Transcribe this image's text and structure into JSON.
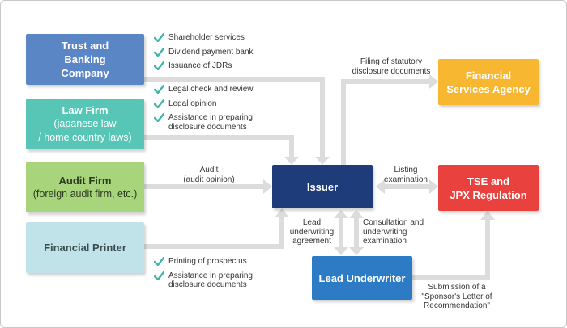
{
  "colors": {
    "trust": "#5b86c6",
    "law": "#58c6b6",
    "audit": "#a8d57c",
    "printer": "#bfe3e8",
    "issuer": "#1f3c7a",
    "fsa": "#f7b731",
    "tse": "#e8413e",
    "underwriter": "#2d7bc4",
    "arrow": "#dcdcdc",
    "check": "#3fb6a8"
  },
  "boxes": {
    "trust": {
      "title": "Trust and\nBanking\nCompany"
    },
    "law": {
      "title": "Law Firm",
      "sub": "(japanese law\n/ home country laws)"
    },
    "audit": {
      "title": "Audit Firm",
      "sub": "(foreign audit firm, etc.)"
    },
    "printer": {
      "title": "Financial Printer"
    },
    "issuer": {
      "title": "Issuer"
    },
    "fsa": {
      "title": "Financial\nServices Agency"
    },
    "tse": {
      "title": "TSE and\nJPX Regulation"
    },
    "underwriter": {
      "title": "Lead Underwriter"
    }
  },
  "checklists": {
    "trust": [
      "Shareholder services",
      "Dividend payment bank",
      "Issuance of JDRs"
    ],
    "law": [
      "Legal check and review",
      "Legal opinion",
      "Assistance in preparing\ndisclosure documents"
    ],
    "printer": [
      "Printing of prospectus",
      "Assistance in preparing\ndisclosure documents"
    ]
  },
  "labels": {
    "filing": "Filing of statutory\ndisclosure documents",
    "audit": "Audit\n(audit opinion)",
    "listing": "Listing\nexamination",
    "lead_agreement": "Lead\nunderwriting\nagreement",
    "consultation": "Consultation and\nunderwriting\nexamination",
    "submission": "Submission of a\n\"Sponsor's Letter of\nRecommendation\""
  }
}
